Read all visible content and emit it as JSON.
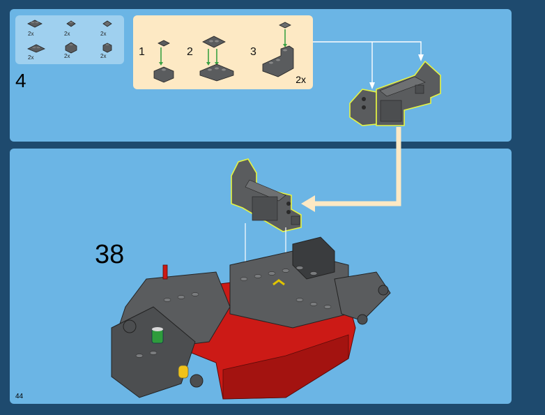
{
  "parts_list": [
    {
      "qty": "2x",
      "icon": "plate-1x2-icon"
    },
    {
      "qty": "2x",
      "icon": "plate-1x1-clip-icon"
    },
    {
      "qty": "2x",
      "icon": "tile-1x1-icon"
    },
    {
      "qty": "2x",
      "icon": "plate-1x2-rail-icon"
    },
    {
      "qty": "2x",
      "icon": "slope-brick-icon"
    },
    {
      "qty": "2x",
      "icon": "brick-1x1-icon"
    }
  ],
  "substeps": [
    {
      "label": "1"
    },
    {
      "label": "2"
    },
    {
      "label": "3",
      "multiplier": "2x"
    }
  ],
  "steps": {
    "top": "4",
    "main": "38"
  },
  "page_number": "44",
  "colors": {
    "background": "#1e4a6e",
    "panel": "#6bb5e5",
    "callout": "#fde9c4",
    "brick_dark_gray": "#5a5c5e",
    "brick_red": "#cc1a16",
    "arrow_green": "#3aa142",
    "highlight_yellow": "#e6f542"
  }
}
